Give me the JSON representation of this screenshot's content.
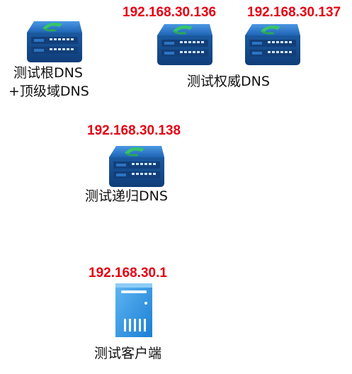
{
  "nodes": {
    "root_tld": {
      "ip": "",
      "label_line1": "测试根DNS",
      "label_line2": "+顶级域DNS"
    },
    "auth_1": {
      "ip": "192.168.30.136"
    },
    "auth_2": {
      "ip": "192.168.30.137"
    },
    "auth_group": {
      "label": "测试权威DNS"
    },
    "recursive": {
      "ip": "192.168.30.138",
      "label": "测试递归DNS"
    },
    "client": {
      "ip": "192.168.30.1",
      "label": "测试客户端"
    }
  },
  "colors": {
    "ip_text": "#e60012",
    "router_body": "#1f5fa8",
    "router_top": "#2f7fd0",
    "router_logo": "#35c06a",
    "client_body": "#2a8fe0"
  },
  "icons": {
    "router": "network-appliance-icon",
    "client": "desktop-tower-icon"
  }
}
